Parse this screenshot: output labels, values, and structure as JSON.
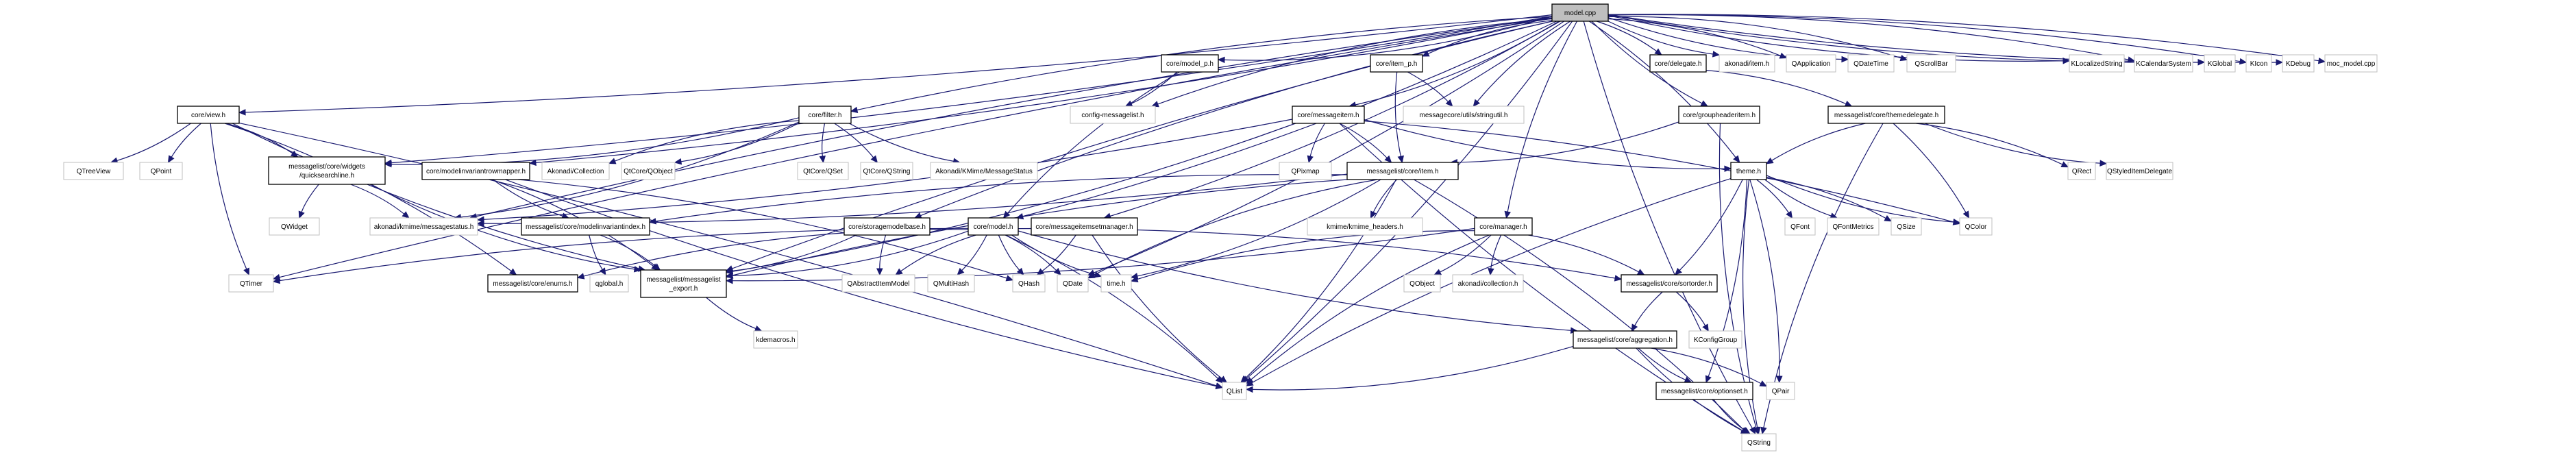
{
  "diagram": {
    "title": "Include dependency graph for model.cpp",
    "colors": {
      "edge": "#191970",
      "root_fill": "#bfbfbf",
      "internal_border": "#000000",
      "external_border": "#bfbfbf"
    },
    "nodes": [
      {
        "id": "model_cpp",
        "label": [
          "model.cpp"
        ],
        "kind": "root"
      },
      {
        "id": "view_h",
        "label": [
          "core/view.h"
        ],
        "kind": "internal"
      },
      {
        "id": "QTreeView",
        "label": [
          "QTreeView"
        ],
        "kind": "external"
      },
      {
        "id": "QPoint",
        "label": [
          "QPoint"
        ],
        "kind": "external"
      },
      {
        "id": "quicksearchline_h",
        "label": [
          "messagelist/core/widgets",
          "/quicksearchline.h"
        ],
        "kind": "internal"
      },
      {
        "id": "QWidget",
        "label": [
          "QWidget"
        ],
        "kind": "external"
      },
      {
        "id": "messagestatus_h",
        "label": [
          "akonadi/kmime/messagestatus.h"
        ],
        "kind": "external"
      },
      {
        "id": "QTimer",
        "label": [
          "QTimer"
        ],
        "kind": "external"
      },
      {
        "id": "modelinvariantrowmapper_h",
        "label": [
          "core/modelinvariantrowmapper.h"
        ],
        "kind": "internal"
      },
      {
        "id": "AkonadiCollection",
        "label": [
          "Akonadi/Collection"
        ],
        "kind": "external"
      },
      {
        "id": "QtCoreQObject",
        "label": [
          "QtCore/QObject"
        ],
        "kind": "external"
      },
      {
        "id": "QtCoreQSet",
        "label": [
          "QtCore/QSet"
        ],
        "kind": "external"
      },
      {
        "id": "QtCoreQString",
        "label": [
          "QtCore/QString"
        ],
        "kind": "external"
      },
      {
        "id": "AkonadiKMimeMessageStatus",
        "label": [
          "Akonadi/KMime/MessageStatus"
        ],
        "kind": "external"
      },
      {
        "id": "filter_h",
        "label": [
          "core/filter.h"
        ],
        "kind": "internal"
      },
      {
        "id": "config_messagelist_h",
        "label": [
          "config-messagelist.h"
        ],
        "kind": "external"
      },
      {
        "id": "model_p_h",
        "label": [
          "core/model_p.h"
        ],
        "kind": "internal"
      },
      {
        "id": "item_p_h",
        "label": [
          "core/item_p.h"
        ],
        "kind": "internal"
      },
      {
        "id": "messageitem_h",
        "label": [
          "core/messageitem.h"
        ],
        "kind": "internal"
      },
      {
        "id": "stringutil_h",
        "label": [
          "messagecore/utils/stringutil.h"
        ],
        "kind": "external"
      },
      {
        "id": "delegate_h",
        "label": [
          "core/delegate.h"
        ],
        "kind": "internal"
      },
      {
        "id": "akonadi_item_h",
        "label": [
          "akonadi/item.h"
        ],
        "kind": "external"
      },
      {
        "id": "QApplication",
        "label": [
          "QApplication"
        ],
        "kind": "external"
      },
      {
        "id": "QDateTime",
        "label": [
          "QDateTime"
        ],
        "kind": "external"
      },
      {
        "id": "QScrollBar",
        "label": [
          "QScrollBar"
        ],
        "kind": "external"
      },
      {
        "id": "KLocalizedString",
        "label": [
          "KLocalizedString"
        ],
        "kind": "external"
      },
      {
        "id": "KCalendarSystem",
        "label": [
          "KCalendarSystem"
        ],
        "kind": "external"
      },
      {
        "id": "KGlobal",
        "label": [
          "KGlobal"
        ],
        "kind": "external"
      },
      {
        "id": "KIcon",
        "label": [
          "KIcon"
        ],
        "kind": "external"
      },
      {
        "id": "KDebug",
        "label": [
          "KDebug"
        ],
        "kind": "external"
      },
      {
        "id": "moc_model_cpp",
        "label": [
          "moc_model.cpp"
        ],
        "kind": "external"
      },
      {
        "id": "groupheaderitem_h",
        "label": [
          "core/groupheaderitem.h"
        ],
        "kind": "internal"
      },
      {
        "id": "themedelegate_h",
        "label": [
          "messagelist/core/themedelegate.h"
        ],
        "kind": "internal"
      },
      {
        "id": "QRect",
        "label": [
          "QRect"
        ],
        "kind": "external"
      },
      {
        "id": "QStyledItemDelegate",
        "label": [
          "QStyledItemDelegate"
        ],
        "kind": "external"
      },
      {
        "id": "item_h",
        "label": [
          "messagelist/core/item.h"
        ],
        "kind": "internal"
      },
      {
        "id": "QPixmap",
        "label": [
          "QPixmap"
        ],
        "kind": "external"
      },
      {
        "id": "theme_h",
        "label": [
          "theme.h"
        ],
        "kind": "internal"
      },
      {
        "id": "QFont",
        "label": [
          "QFont"
        ],
        "kind": "external"
      },
      {
        "id": "QFontMetrics",
        "label": [
          "QFontMetrics"
        ],
        "kind": "external"
      },
      {
        "id": "QSize",
        "label": [
          "QSize"
        ],
        "kind": "external"
      },
      {
        "id": "QColor",
        "label": [
          "QColor"
        ],
        "kind": "external"
      },
      {
        "id": "modelinvariantindex_h",
        "label": [
          "messagelist/core/modelinvariantindex.h"
        ],
        "kind": "internal"
      },
      {
        "id": "storagemodelbase_h",
        "label": [
          "core/storagemodelbase.h"
        ],
        "kind": "internal"
      },
      {
        "id": "model_h",
        "label": [
          "core/model.h"
        ],
        "kind": "internal"
      },
      {
        "id": "messageitemsetmanager_h",
        "label": [
          "core/messageitemsetmanager.h"
        ],
        "kind": "internal"
      },
      {
        "id": "kmime_headers_h",
        "label": [
          "kmime/kmime_headers.h"
        ],
        "kind": "external"
      },
      {
        "id": "manager_h",
        "label": [
          "core/manager.h"
        ],
        "kind": "internal"
      },
      {
        "id": "messagelist_export_h",
        "label": [
          "messagelist/messagelist",
          "_export.h"
        ],
        "kind": "internal"
      },
      {
        "id": "enums_h",
        "label": [
          "messagelist/core/enums.h"
        ],
        "kind": "internal"
      },
      {
        "id": "qglobal_h",
        "label": [
          "qglobal.h"
        ],
        "kind": "external"
      },
      {
        "id": "QAbstractItemModel",
        "label": [
          "QAbstractItemModel"
        ],
        "kind": "external"
      },
      {
        "id": "QMultiHash",
        "label": [
          "QMultiHash"
        ],
        "kind": "external"
      },
      {
        "id": "QHash",
        "label": [
          "QHash"
        ],
        "kind": "external"
      },
      {
        "id": "QDate",
        "label": [
          "QDate"
        ],
        "kind": "external"
      },
      {
        "id": "time_h",
        "label": [
          "time.h"
        ],
        "kind": "external"
      },
      {
        "id": "QObject",
        "label": [
          "QObject"
        ],
        "kind": "external"
      },
      {
        "id": "akonadi_collection_h",
        "label": [
          "akonadi/collection.h"
        ],
        "kind": "external"
      },
      {
        "id": "sortorder_h",
        "label": [
          "messagelist/core/sortorder.h"
        ],
        "kind": "internal"
      },
      {
        "id": "KConfigGroup",
        "label": [
          "KConfigGroup"
        ],
        "kind": "external"
      },
      {
        "id": "aggregation_h",
        "label": [
          "messagelist/core/aggregation.h"
        ],
        "kind": "internal"
      },
      {
        "id": "kdemacros_h",
        "label": [
          "kdemacros.h"
        ],
        "kind": "external"
      },
      {
        "id": "optionset_h",
        "label": [
          "messagelist/core/optionset.h"
        ],
        "kind": "internal"
      },
      {
        "id": "QPair",
        "label": [
          "QPair"
        ],
        "kind": "external"
      },
      {
        "id": "QList",
        "label": [
          "QList"
        ],
        "kind": "external"
      },
      {
        "id": "QString",
        "label": [
          "QString"
        ],
        "kind": "external"
      }
    ],
    "edges": [
      [
        "model_cpp",
        "view_h"
      ],
      [
        "model_cpp",
        "QTimer"
      ],
      [
        "model_cpp",
        "QList"
      ],
      [
        "model_cpp",
        "messagestatus_h"
      ],
      [
        "model_cpp",
        "modelinvariantrowmapper_h"
      ],
      [
        "model_cpp",
        "filter_h"
      ],
      [
        "model_cpp",
        "quicksearchline_h"
      ],
      [
        "model_cpp",
        "config_messagelist_h"
      ],
      [
        "model_cpp",
        "model_p_h"
      ],
      [
        "model_cpp",
        "item_p_h"
      ],
      [
        "model_cpp",
        "messageitem_h"
      ],
      [
        "model_cpp",
        "stringutil_h"
      ],
      [
        "model_cpp",
        "model_h"
      ],
      [
        "model_cpp",
        "storagemodelbase_h"
      ],
      [
        "model_cpp",
        "messageitemsetmanager_h"
      ],
      [
        "model_cpp",
        "messagelist_export_h"
      ],
      [
        "model_cpp",
        "delegate_h"
      ],
      [
        "model_cpp",
        "akonadi_item_h"
      ],
      [
        "model_cpp",
        "QApplication"
      ],
      [
        "model_cpp",
        "QDateTime"
      ],
      [
        "model_cpp",
        "QScrollBar"
      ],
      [
        "model_cpp",
        "KLocalizedString"
      ],
      [
        "model_cpp",
        "KCalendarSystem"
      ],
      [
        "model_cpp",
        "KGlobal"
      ],
      [
        "model_cpp",
        "KIcon"
      ],
      [
        "model_cpp",
        "KDebug"
      ],
      [
        "model_cpp",
        "moc_model_cpp"
      ],
      [
        "model_cpp",
        "groupheaderitem_h"
      ],
      [
        "model_cpp",
        "theme_h"
      ],
      [
        "model_cpp",
        "manager_h"
      ],
      [
        "model_cpp",
        "QDate"
      ],
      [
        "model_cpp",
        "QString"
      ],
      [
        "view_h",
        "QTreeView"
      ],
      [
        "view_h",
        "QPoint"
      ],
      [
        "view_h",
        "quicksearchline_h"
      ],
      [
        "view_h",
        "QTimer"
      ],
      [
        "view_h",
        "enums_h"
      ],
      [
        "view_h",
        "messagelist_export_h"
      ],
      [
        "view_h",
        "QList"
      ],
      [
        "quicksearchline_h",
        "QWidget"
      ],
      [
        "quicksearchline_h",
        "messagestatus_h"
      ],
      [
        "quicksearchline_h",
        "messagelist_export_h"
      ],
      [
        "filter_h",
        "quicksearchline_h"
      ],
      [
        "filter_h",
        "AkonadiCollection"
      ],
      [
        "filter_h",
        "QtCoreQObject"
      ],
      [
        "filter_h",
        "QtCoreQSet"
      ],
      [
        "filter_h",
        "QtCoreQString"
      ],
      [
        "filter_h",
        "AkonadiKMimeMessageStatus"
      ],
      [
        "filter_h",
        "messagestatus_h"
      ],
      [
        "modelinvariantrowmapper_h",
        "modelinvariantindex_h"
      ],
      [
        "modelinvariantrowmapper_h",
        "messagelist_export_h"
      ],
      [
        "modelinvariantrowmapper_h",
        "QList"
      ],
      [
        "modelinvariantrowmapper_h",
        "QHash"
      ],
      [
        "modelinvariantindex_h",
        "qglobal_h"
      ],
      [
        "modelinvariantindex_h",
        "messagelist_export_h"
      ],
      [
        "messagelist_export_h",
        "kdemacros_h"
      ],
      [
        "model_p_h",
        "config_messagelist_h"
      ],
      [
        "model_p_h",
        "model_h"
      ],
      [
        "item_p_h",
        "stringutil_h"
      ],
      [
        "item_p_h",
        "item_h"
      ],
      [
        "messageitem_h",
        "item_h"
      ],
      [
        "messageitem_h",
        "QPixmap"
      ],
      [
        "messageitem_h",
        "messagelist_export_h"
      ],
      [
        "messageitem_h",
        "theme_h"
      ],
      [
        "messageitem_h",
        "QColor"
      ],
      [
        "messageitem_h",
        "QString"
      ],
      [
        "messageitem_h",
        "messagestatus_h"
      ],
      [
        "item_h",
        "modelinvariantindex_h"
      ],
      [
        "item_h",
        "messagestatus_h"
      ],
      [
        "item_h",
        "kmime_headers_h"
      ],
      [
        "item_h",
        "QList"
      ],
      [
        "item_h",
        "QDate"
      ],
      [
        "item_h",
        "QString"
      ],
      [
        "item_h",
        "messagelist_export_h"
      ],
      [
        "item_h",
        "time_h"
      ],
      [
        "model_h",
        "enums_h"
      ],
      [
        "model_h",
        "messagelist_export_h"
      ],
      [
        "model_h",
        "QAbstractItemModel"
      ],
      [
        "model_h",
        "QMultiHash"
      ],
      [
        "model_h",
        "QHash"
      ],
      [
        "model_h",
        "QDate"
      ],
      [
        "model_h",
        "time_h"
      ],
      [
        "model_h",
        "QList"
      ],
      [
        "model_h",
        "QTimer"
      ],
      [
        "model_h",
        "sortorder_h"
      ],
      [
        "model_h",
        "aggregation_h"
      ],
      [
        "storagemodelbase_h",
        "messagelist_export_h"
      ],
      [
        "storagemodelbase_h",
        "QAbstractItemModel"
      ],
      [
        "messageitemsetmanager_h",
        "QHash"
      ],
      [
        "messageitemsetmanager_h",
        "QList"
      ],
      [
        "manager_h",
        "QObject"
      ],
      [
        "manager_h",
        "akonadi_collection_h"
      ],
      [
        "manager_h",
        "sortorder_h"
      ],
      [
        "manager_h",
        "QList"
      ],
      [
        "manager_h",
        "messagelist_export_h"
      ],
      [
        "manager_h",
        "time_h"
      ],
      [
        "delegate_h",
        "themedelegate_h"
      ],
      [
        "themedelegate_h",
        "theme_h"
      ],
      [
        "themedelegate_h",
        "QRect"
      ],
      [
        "themedelegate_h",
        "QStyledItemDelegate"
      ],
      [
        "themedelegate_h",
        "QColor"
      ],
      [
        "themedelegate_h",
        "QString"
      ],
      [
        "groupheaderitem_h",
        "item_h"
      ],
      [
        "groupheaderitem_h",
        "QString"
      ],
      [
        "theme_h",
        "QFont"
      ],
      [
        "theme_h",
        "QFontMetrics"
      ],
      [
        "theme_h",
        "QSize"
      ],
      [
        "theme_h",
        "QColor"
      ],
      [
        "theme_h",
        "sortorder_h"
      ],
      [
        "theme_h",
        "QList"
      ],
      [
        "theme_h",
        "QPair"
      ],
      [
        "theme_h",
        "QString"
      ],
      [
        "theme_h",
        "optionset_h"
      ],
      [
        "sortorder_h",
        "aggregation_h"
      ],
      [
        "sortorder_h",
        "KConfigGroup"
      ],
      [
        "aggregation_h",
        "optionset_h"
      ],
      [
        "aggregation_h",
        "QPair"
      ],
      [
        "aggregation_h",
        "QString"
      ],
      [
        "aggregation_h",
        "QList"
      ],
      [
        "optionset_h",
        "QString"
      ]
    ]
  }
}
